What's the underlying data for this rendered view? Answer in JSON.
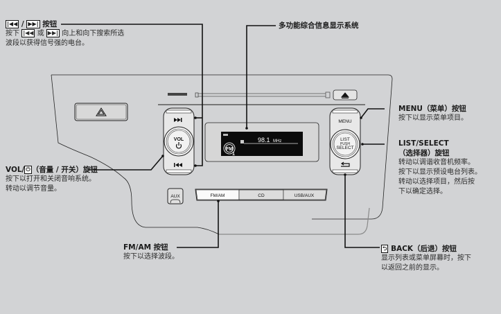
{
  "callouts": {
    "seek": {
      "icons": [
        "skip-back-icon",
        "skip-forward-icon"
      ],
      "title_sep": "/",
      "title_suffix": "按钮",
      "line1_prefix": "按下",
      "line1_or": "或",
      "line1_suffix": "向上和向下搜索所选",
      "line2": "波段以获得信号强的电台。"
    },
    "display": {
      "title": "多功能综合信息显示系统"
    },
    "vol": {
      "title_prefix": "VOL/",
      "title_suffix": "（音量 / 开关）旋钮",
      "line1": "按下以打开和关闭音响系统。",
      "line2": "转动以调节音量。"
    },
    "menu": {
      "title": "MENU（菜单）按钮",
      "line1": "按下以显示菜单项目。"
    },
    "list_select": {
      "title": "LIST/SELECT",
      "title2": "（选择器）旋钮",
      "lines": [
        "转动以调谐收音机频率。",
        "按下以显示预设电台列表。",
        "转动以选择项目，然后按",
        "下以确定选择。"
      ]
    },
    "fmam": {
      "title": "FM/AM 按钮",
      "line1": "按下以选择波段。"
    },
    "back": {
      "title": "BACK（后退）按钮",
      "line1": "显示列表或菜单屏幕时，按下",
      "line2": "以返回之前的显示。"
    }
  },
  "panel": {
    "vol_label": "VOL",
    "menu_label": "MENU",
    "list_label": "LIST",
    "push_label": "PUSH",
    "select_label": "SELECT",
    "aux_label": "AUX",
    "source_buttons": [
      "FM/AM",
      "CD",
      "USB/AUX"
    ],
    "screen": {
      "band": "FM",
      "preset": "1",
      "frequency": "98.1",
      "unit": "MHz"
    }
  },
  "colors": {
    "background": "#d2d3d5",
    "screen": "#0b0b0b",
    "button_face": "#f4f4f4"
  }
}
